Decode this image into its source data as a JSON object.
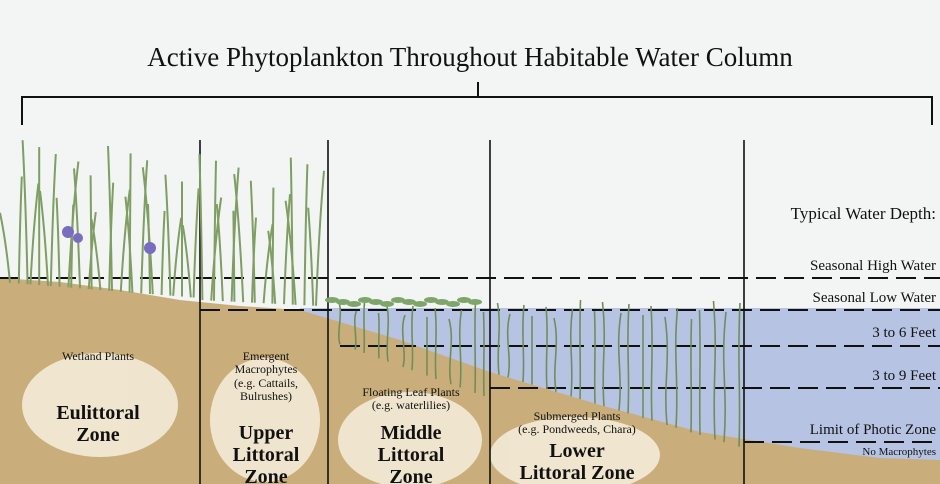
{
  "title": "Active Phytoplankton Throughout Habitable Water Column",
  "depth_header": "Typical Water Depth:",
  "depth_labels": {
    "seasonal_high": "Seasonal High Water",
    "seasonal_low": "Seasonal Low Water",
    "three_to_six": "3 to 6 Feet",
    "three_to_nine": "3 to 9 Feet",
    "photic_limit": "Limit of Photic Zone",
    "no_macrophytes": "No Macrophytes"
  },
  "zones": {
    "eulittoral": {
      "plants": "Wetland Plants",
      "name_line1": "Eulittoral",
      "name_line2": "Zone"
    },
    "upper": {
      "plants_line1": "Emergent",
      "plants_line2": "Macrophytes",
      "plants_line3": "(e.g. Cattails,",
      "plants_line4": "Bulrushes)",
      "name_line1": "Upper",
      "name_line2": "Littoral",
      "name_line3": "Zone"
    },
    "middle": {
      "plants_line1": "Floating Leaf Plants",
      "plants_line2": "(e.g. waterlilies)",
      "name_line1": "Middle",
      "name_line2": "Littoral",
      "name_line3": "Zone"
    },
    "lower": {
      "plants_line1": "Submerged Plants",
      "plants_line2": "(e.g. Pondweeds, Chara)",
      "name_line1": "Lower",
      "name_line2": "Littoral Zone"
    }
  },
  "colors": {
    "background": "#f3f5f4",
    "water": "#b6c3e3",
    "sediment": "#c9ae7c",
    "sediment_light": "#f4ecd8",
    "plant_green": "#7e9e63",
    "lily_pad": "#7fa66a",
    "flower_purple": "#7a6cc0"
  }
}
